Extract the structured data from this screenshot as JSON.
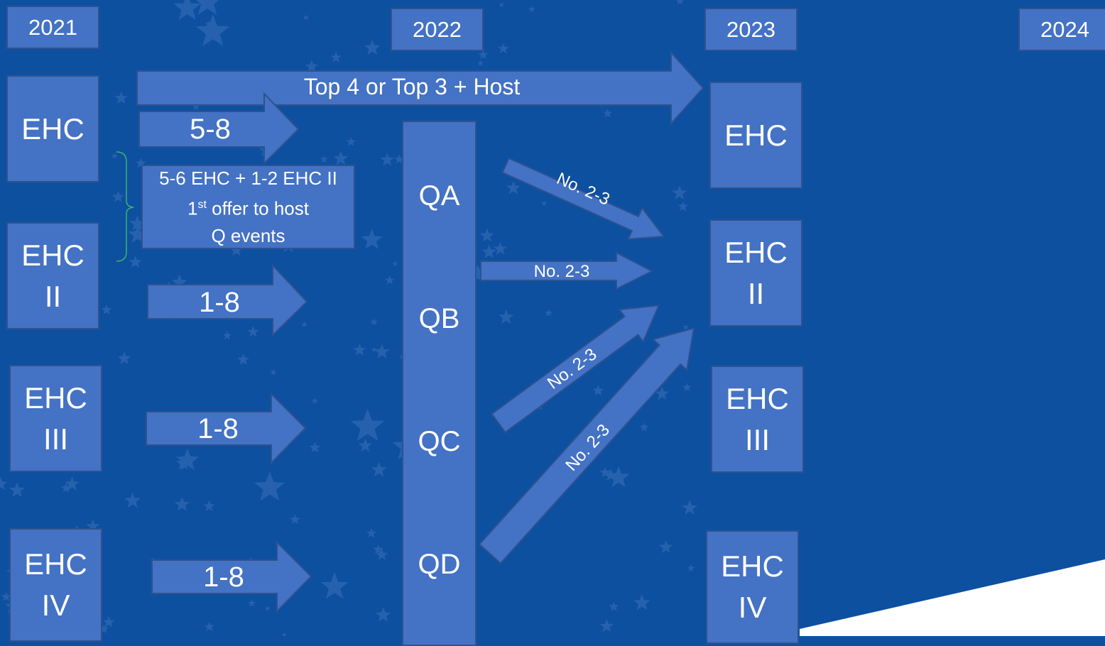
{
  "years": [
    "2021",
    "2022",
    "2023",
    "2024"
  ],
  "left_levels": [
    {
      "line1": "EHC",
      "line2": ""
    },
    {
      "line1": "EHC",
      "line2": "II"
    },
    {
      "line1": "EHC",
      "line2": "III"
    },
    {
      "line1": "EHC",
      "line2": "IV"
    }
  ],
  "right_levels": [
    {
      "line1": "EHC",
      "line2": ""
    },
    {
      "line1": "EHC",
      "line2": "II"
    },
    {
      "line1": "EHC",
      "line2": "III"
    },
    {
      "line1": "EHC",
      "line2": "IV"
    }
  ],
  "qualifiers": [
    "QA",
    "QB",
    "QC",
    "QD"
  ],
  "arrows": {
    "top": "Top 4 or Top 3 + Host",
    "ehc_to_q": "5-8",
    "ehc2_to_q": "1-8",
    "ehc3_to_q": "1-8",
    "ehc4_to_q": "1-8",
    "qa_out": "No. 2-3",
    "qb_out": "No. 2-3",
    "qc_out": "No. 2-3",
    "qd_out": "No. 2-3"
  },
  "note": {
    "line1": "5-6 EHC + 1-2 EHC II",
    "line2_num": "1",
    "line2_sup": "st",
    "line2_rest": " offer to host",
    "line3": "Q events"
  },
  "colors": {
    "background": "#0d50a0",
    "box_fill": "#4472c4",
    "box_border": "#2f528f",
    "bracket": "#3cb371"
  }
}
